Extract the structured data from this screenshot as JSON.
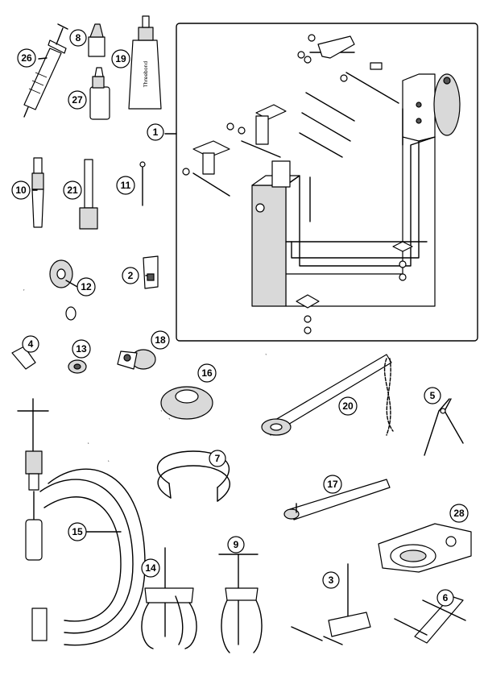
{
  "callouts": [
    {
      "id": "c1",
      "label": "1"
    },
    {
      "id": "c2",
      "label": "2"
    },
    {
      "id": "c3",
      "label": "3"
    },
    {
      "id": "c4",
      "label": "4"
    },
    {
      "id": "c5",
      "label": "5"
    },
    {
      "id": "c6",
      "label": "6"
    },
    {
      "id": "c7",
      "label": "7"
    },
    {
      "id": "c8",
      "label": "8"
    },
    {
      "id": "c9",
      "label": "9"
    },
    {
      "id": "c10",
      "label": "10"
    },
    {
      "id": "c11",
      "label": "11"
    },
    {
      "id": "c12",
      "label": "12"
    },
    {
      "id": "c13",
      "label": "13"
    },
    {
      "id": "c14",
      "label": "14"
    },
    {
      "id": "c15",
      "label": "15"
    },
    {
      "id": "c16",
      "label": "16"
    },
    {
      "id": "c17",
      "label": "17"
    },
    {
      "id": "c18",
      "label": "18"
    },
    {
      "id": "c19",
      "label": "19"
    },
    {
      "id": "c20",
      "label": "20"
    },
    {
      "id": "c21",
      "label": "21"
    },
    {
      "id": "c26",
      "label": "26"
    },
    {
      "id": "c27",
      "label": "27"
    },
    {
      "id": "c28",
      "label": "28"
    }
  ],
  "tube_label": "Threebond"
}
